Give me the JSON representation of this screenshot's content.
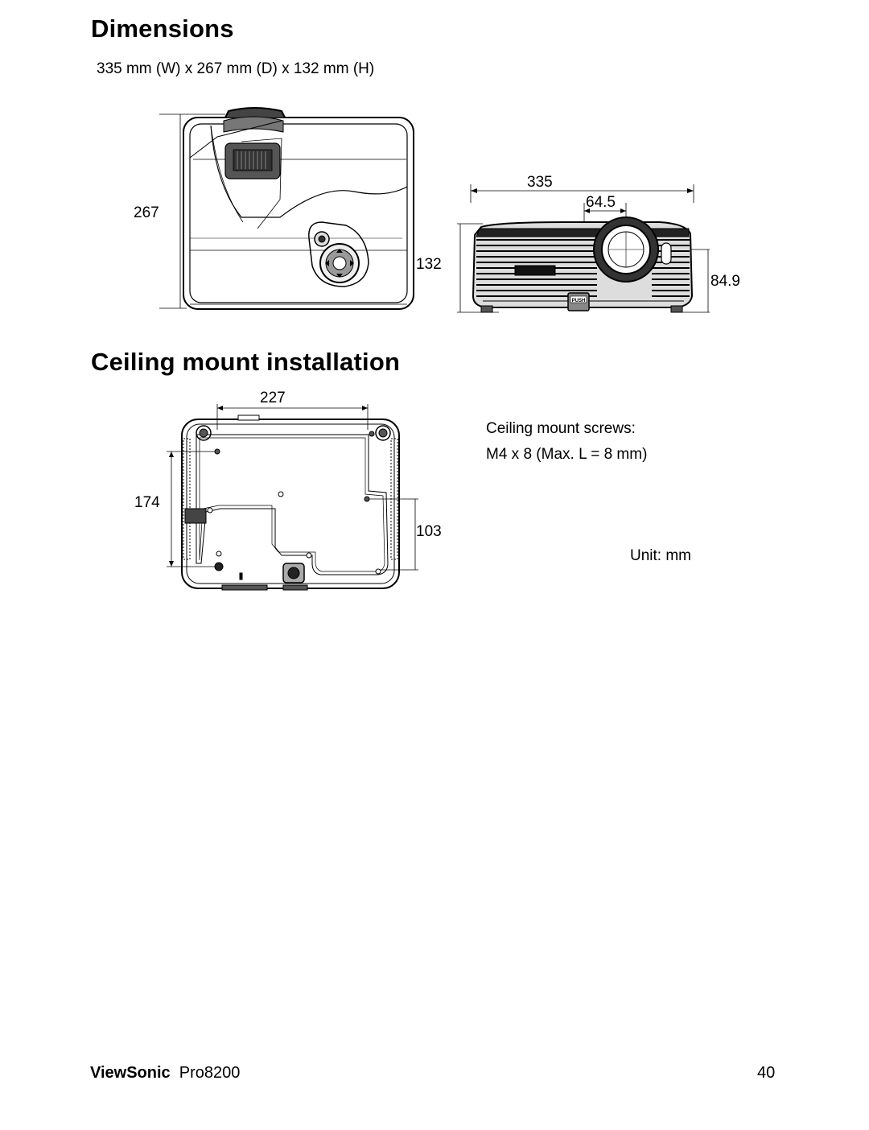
{
  "dimensions": {
    "heading": "Dimensions",
    "overall": "335 mm (W) x 267 mm (D) x 132 mm (H)",
    "labels": {
      "depth": "267",
      "height": "132",
      "width": "335",
      "lens_offset": "64.5",
      "lens_height": "84.9"
    },
    "push_label": "PUSH"
  },
  "ceiling": {
    "heading": "Ceiling mount installation",
    "labels": {
      "hole_width": "227",
      "hole_depth": "174",
      "hole_offset": "103"
    },
    "screws_title": "Ceiling mount screws:",
    "screws_spec": "M4 x 8 (Max. L = 8 mm)",
    "unit": "Unit: mm"
  },
  "footer": {
    "brand": "ViewSonic",
    "model": "Pro8200",
    "page": "40"
  }
}
